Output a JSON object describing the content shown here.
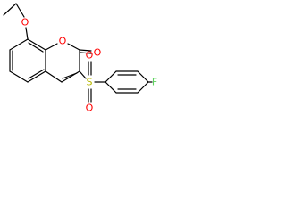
{
  "atoms": {
    "ether_oxygen": "O",
    "ring_oxygen": "O",
    "carbonyl_oxygen": "O",
    "sulfur": "S",
    "sulfonyl_oxygen_top": "O",
    "sulfonyl_oxygen_bottom": "O",
    "fluorine": "F"
  },
  "colors": {
    "oxygen": "#ff0000",
    "sulfur": "#b8b800",
    "fluorine": "#5fd35f",
    "bond": "#000000"
  }
}
